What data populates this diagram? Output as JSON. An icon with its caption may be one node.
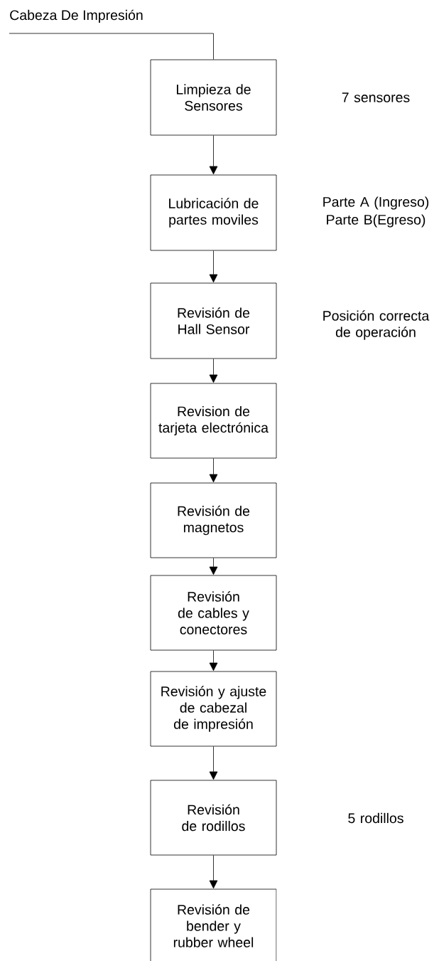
{
  "diagram": {
    "nodes": [
      {
        "text": [
          "Cabeza De Impresión"
        ]
      },
      {
        "text": [
          "Limpieza de Sensores"
        ]
      },
      {
        "text": [
          "Lubricación de partes moviles"
        ],
        "beside": [
          "Parte A (Ingreso)",
          "Parte B(Egreso)"
        ]
      },
      {
        "text": [
          "Revisión de Hall Sensor"
        ],
        "beside": [
          "Posición correcta de operación"
        ]
      },
      {
        "text": [
          "Revision de tarjeta electrónica"
        ]
      },
      {
        "text": [
          "Revisión de magnetos"
        ]
      },
      {
        "text": [
          "Revisión de cables y conectores"
        ]
      },
      {
        "text": [
          "Revisión y ajuste de cabezal de impresión"
        ]
      },
      {
        "text": [
          "Revisión de rodillos"
        ]
      },
      {
        "text": [
          "Revisión de bender y rubber wheel"
        ]
      }
    ],
    "edges": [
      {
        "from": 0,
        "to": 1,
        "arrow": "none"
      },
      {
        "from": 1,
        "to": 2,
        "arrow": "to"
      },
      {
        "from": 2,
        "to": 3,
        "arrow": "to"
      },
      {
        "from": 3,
        "to": 4,
        "arrow": "to"
      },
      {
        "from": 4,
        "to": 5,
        "arrow": "to"
      },
      {
        "from": 5,
        "to": 6,
        "arrow": "to"
      },
      {
        "from": 6,
        "to": 7,
        "arrow": "to"
      },
      {
        "from": 7,
        "to": 8,
        "arrow": "to"
      },
      {
        "from": 8,
        "to": 9,
        "arrow": "to"
      }
    ],
    "labels": [
      "7 sensores",
      "5 rodillos"
    ]
  }
}
